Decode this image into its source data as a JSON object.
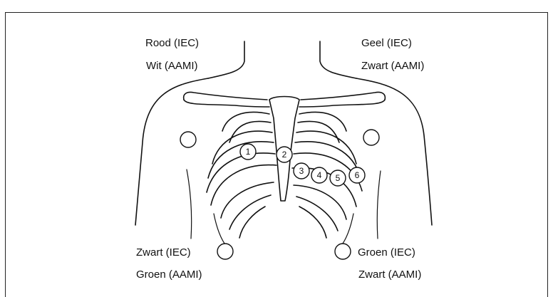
{
  "labels": {
    "right_arm": {
      "iec": "Rood (IEC)",
      "aami": "Wit (AAMI)"
    },
    "left_arm": {
      "iec": "Geel (IEC)",
      "aami": "Zwart (AAMI)"
    },
    "right_leg": {
      "iec": "Zwart (IEC)",
      "aami": "Groen (AAMI)"
    },
    "left_leg": {
      "iec": "Groen (IEC)",
      "aami": "Zwart (AAMI)"
    }
  },
  "chest_leads": [
    "1",
    "2",
    "3",
    "4",
    "5",
    "6"
  ]
}
